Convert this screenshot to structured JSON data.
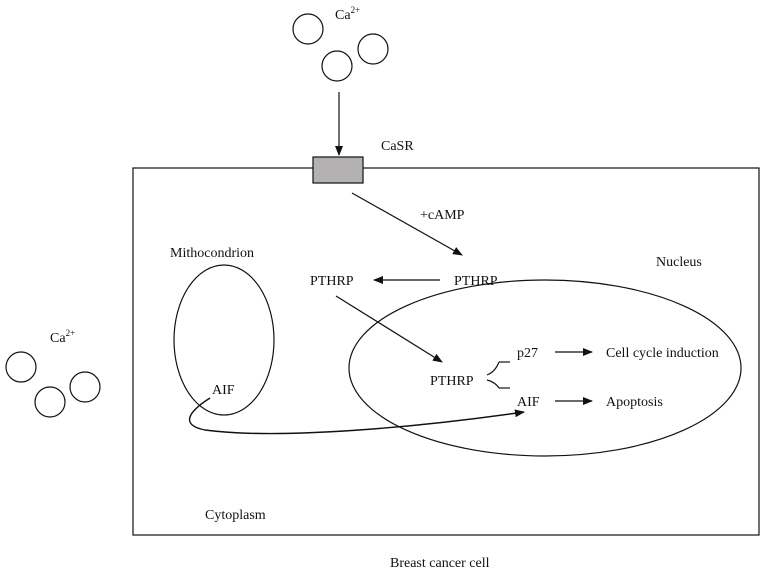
{
  "labels": {
    "ca_top": "Ca",
    "ca_top_charge": "2+",
    "ca_left": "Ca",
    "ca_left_charge": "2+",
    "casr": "CaSR",
    "camp": "+cAMP",
    "nucleus": "Nucleus",
    "mitochondrion": "Mithocondrion",
    "pthrp_nucleus": "PTHRP",
    "pthrp_cytoplasm": "PTHRP",
    "pthrp_center": "PTHRP",
    "p27": "p27",
    "aif_nucleus": "AIF",
    "aif_mito": "AIF",
    "cell_cycle": "Cell cycle induction",
    "apoptosis": "Apoptosis",
    "cytoplasm": "Cytoplasm",
    "caption": "Breast cancer cell"
  },
  "colors": {
    "stroke": "#111111",
    "receptor_fill": "#b3b1b1",
    "background": "#ffffff"
  }
}
